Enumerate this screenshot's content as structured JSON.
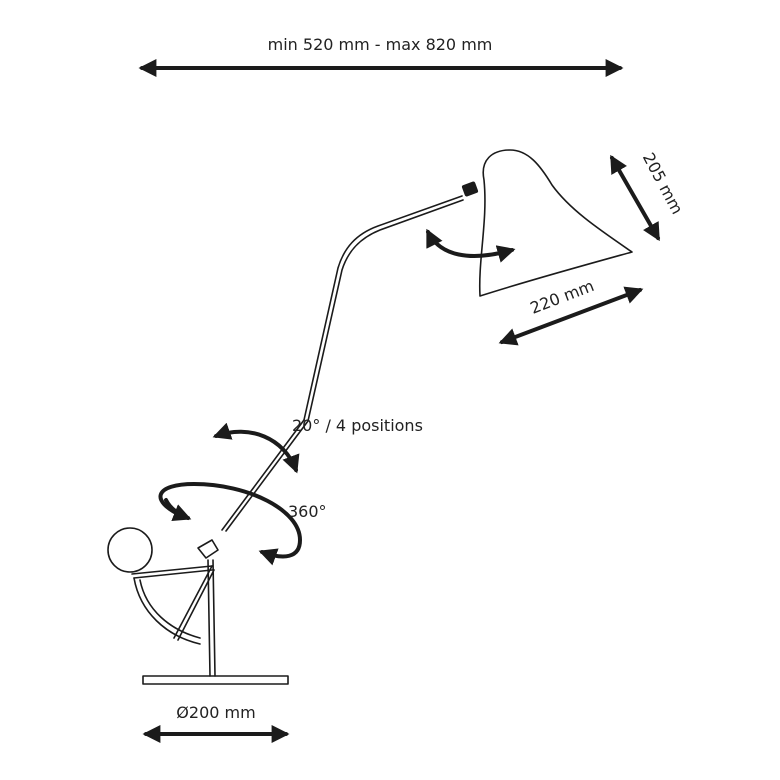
{
  "labels": {
    "total_length": "min 520 mm - max 820 mm",
    "shade_height": "205 mm",
    "shade_width": "220 mm",
    "arm_tilt": "20° / 4 positions",
    "rotation": "360°",
    "base_diameter": "Ø200 mm"
  }
}
